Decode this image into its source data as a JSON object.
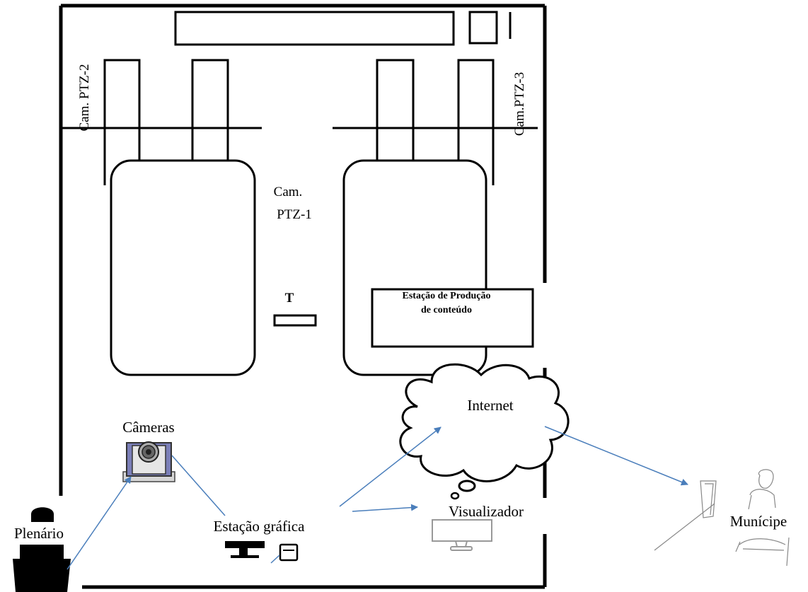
{
  "labels": {
    "cam_ptz_2": "Cam. PTZ-2",
    "cam_ptz_3": "Cam.PTZ-3",
    "cam_ptz_1_line1": "Cam.",
    "cam_ptz_1_line2": "PTZ-1",
    "t_marker": "T",
    "production_station_line1": "Estação de Produção",
    "production_station_line2": "de conteúdo",
    "internet": "Internet",
    "cameras": "Câmeras",
    "plenario": "Plenário",
    "graphic_station": "Estação gráfica",
    "viewer": "Visualizador",
    "citizen": "Munícipe"
  },
  "icons": {
    "camera": "video-camera-icon",
    "workstation": "desktop-computer-icon",
    "monitor": "monitor-icon",
    "speaker": "speaker-person-icon",
    "citizen": "person-at-computer-icon",
    "cloud": "cloud-icon"
  },
  "colors": {
    "outline": "#000000",
    "arrow": "#4a7ebb",
    "camera_body": "#7b7fb8"
  }
}
